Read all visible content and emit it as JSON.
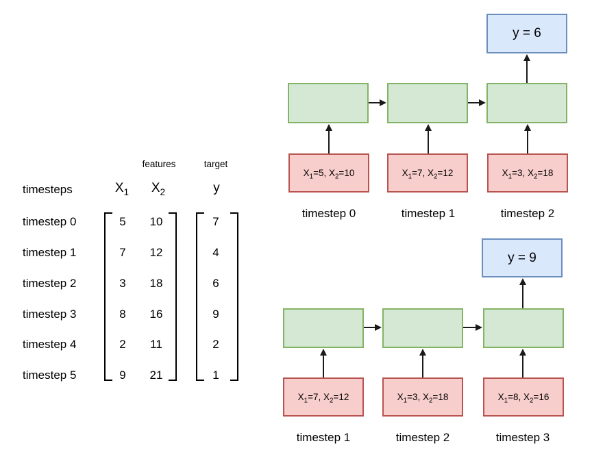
{
  "table": {
    "group_headers": {
      "features": "features",
      "target": "target"
    },
    "row_header_label": "timesteps",
    "columns": [
      {
        "name": "X",
        "sub": "1"
      },
      {
        "name": "X",
        "sub": "2"
      },
      {
        "name": "y",
        "sub": ""
      }
    ],
    "rows": [
      {
        "label": "timestep 0",
        "x1": "5",
        "x2": "10",
        "y": "7"
      },
      {
        "label": "timestep 1",
        "x1": "7",
        "x2": "12",
        "y": "4"
      },
      {
        "label": "timestep 2",
        "x1": "3",
        "x2": "18",
        "y": "6"
      },
      {
        "label": "timestep 3",
        "x1": "8",
        "x2": "16",
        "y": "9"
      },
      {
        "label": "timestep 4",
        "x1": "2",
        "x2": "11",
        "y": "2"
      },
      {
        "label": "timestep 5",
        "x1": "9",
        "x2": "21",
        "y": "1"
      }
    ]
  },
  "sequences": [
    {
      "id": "sequence-top",
      "output_label": "y = 6",
      "steps": [
        {
          "caption": "timestep 0",
          "x1_name": "X",
          "x1_sub": "1",
          "x1_value": "5",
          "x2_name": "X",
          "x2_sub": "2",
          "x2_value": "10"
        },
        {
          "caption": "timestep 1",
          "x1_name": "X",
          "x1_sub": "1",
          "x1_value": "7",
          "x2_name": "X",
          "x2_sub": "2",
          "x2_value": "12"
        },
        {
          "caption": "timestep 2",
          "x1_name": "X",
          "x1_sub": "1",
          "x1_value": "3",
          "x2_name": "X",
          "x2_sub": "2",
          "x2_value": "18"
        }
      ]
    },
    {
      "id": "sequence-bottom",
      "output_label": "y = 9",
      "steps": [
        {
          "caption": "timestep 1",
          "x1_name": "X",
          "x1_sub": "1",
          "x1_value": "7",
          "x2_name": "X",
          "x2_sub": "2",
          "x2_value": "12"
        },
        {
          "caption": "timestep 2",
          "x1_name": "X",
          "x1_sub": "1",
          "x1_value": "3",
          "x2_name": "X",
          "x2_sub": "2",
          "x2_value": "18"
        },
        {
          "caption": "timestep 3",
          "x1_name": "X",
          "x1_sub": "1",
          "x1_value": "8",
          "x2_name": "X",
          "x2_sub": "2",
          "x2_value": "16"
        }
      ]
    }
  ],
  "colors": {
    "green_fill": "#d5e8d4",
    "green_border": "#82b366",
    "red_fill": "#f8cecc",
    "red_border": "#b85450",
    "blue_fill": "#dae8fc",
    "blue_border": "#6c8ebf",
    "arrow": "#1a1a1a",
    "text": "#000000",
    "background": "#ffffff"
  }
}
